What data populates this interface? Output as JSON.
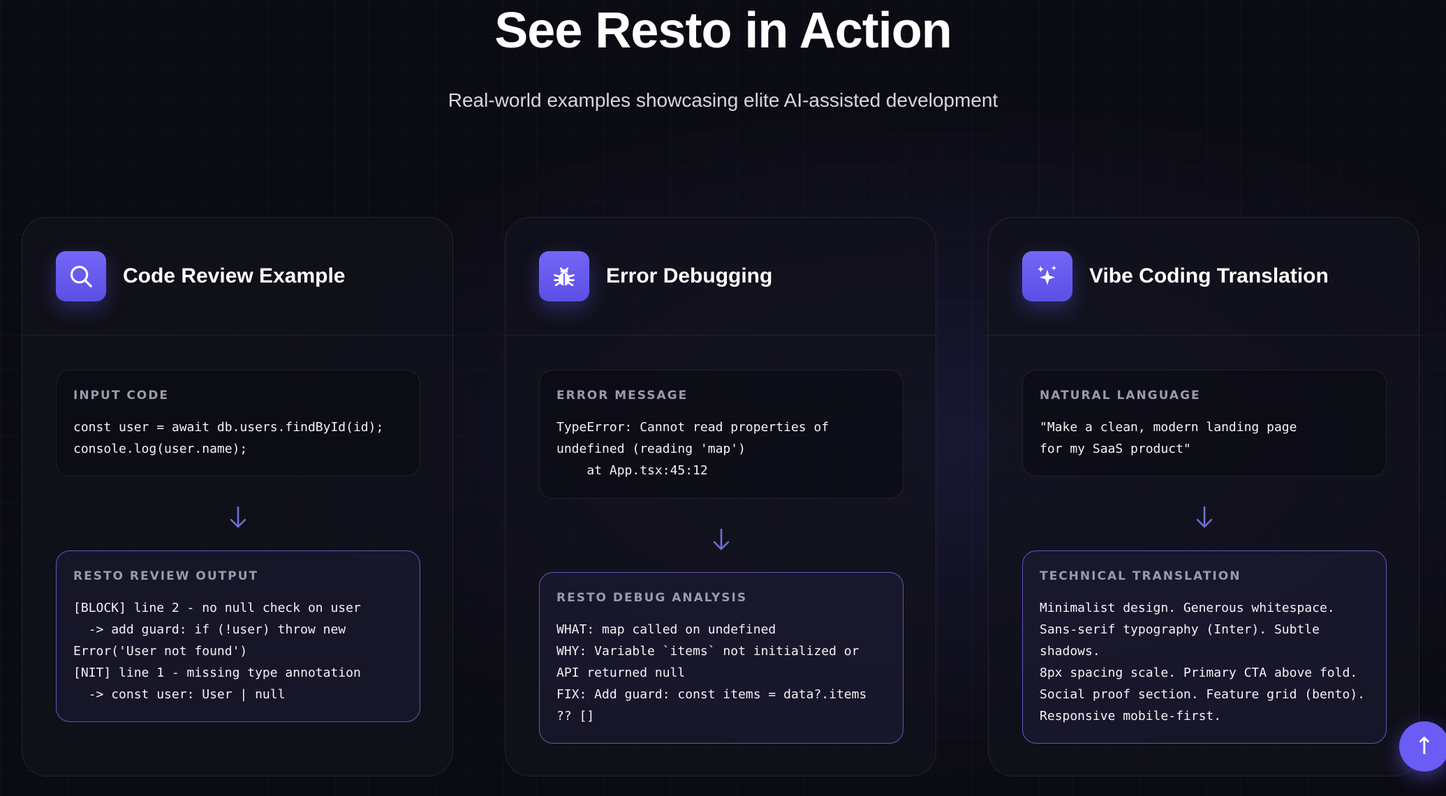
{
  "hero": {
    "title": "See Resto in Action",
    "subtitle": "Real-world examples showcasing elite AI-assisted development"
  },
  "cards": [
    {
      "title": "Code Review Example",
      "icon": "search-icon",
      "input_label": "INPUT CODE",
      "input_text": "const user = await db.users.findById(id);\nconsole.log(user.name);",
      "output_label": "RESTO REVIEW OUTPUT",
      "output_text": "[BLOCK] line 2 - no null check on user\n  -> add guard: if (!user) throw new Error('User not found')\n[NIT] line 1 - missing type annotation\n  -> const user: User | null"
    },
    {
      "title": "Error Debugging",
      "icon": "bug-icon",
      "input_label": "ERROR MESSAGE",
      "input_text": "TypeError: Cannot read properties of undefined (reading 'map')\n    at App.tsx:45:12",
      "output_label": "RESTO DEBUG ANALYSIS",
      "output_text": "WHAT: map called on undefined\nWHY: Variable `items` not initialized or API returned null\nFIX: Add guard: const items = data?.items ?? []"
    },
    {
      "title": "Vibe Coding Translation",
      "icon": "sparkles-icon",
      "input_label": "NATURAL LANGUAGE",
      "input_text": "\"Make a clean, modern landing page\nfor my SaaS product\"",
      "output_label": "TECHNICAL TRANSLATION",
      "output_text": "Minimalist design. Generous whitespace.\nSans-serif typography (Inter). Subtle shadows.\n8px spacing scale. Primary CTA above fold.\nSocial proof section. Feature grid (bento).\nResponsive mobile-first."
    }
  ],
  "scroll_top": {
    "icon": "arrow-up-icon",
    "glyph": "↑"
  },
  "colors": {
    "accent": "#6a5cf5",
    "background": "#0b0b13",
    "card": "#12121c",
    "output_border": "#786ef0"
  }
}
